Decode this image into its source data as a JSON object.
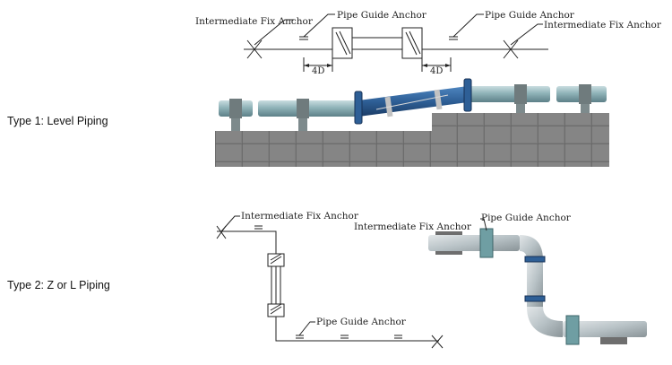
{
  "type1": {
    "label": "Type 1: Level Piping",
    "annotations": {
      "fix_anchor_left": "Intermediate Fix Anchor",
      "guide_anchor_left": "Pipe Guide Anchor",
      "guide_anchor_right": "Pipe Guide Anchor",
      "fix_anchor_right": "Intermediate Fix Anchor",
      "dim_left": "4D",
      "dim_right": "4D"
    }
  },
  "type2": {
    "label": "Type 2: Z or L Piping",
    "annotations": {
      "fix_anchor_schematic": "Intermediate Fix Anchor",
      "guide_anchor_schematic": "Pipe Guide Anchor",
      "fix_anchor_render": "Intermediate Fix Anchor",
      "guide_anchor_render": "Pipe Guide Anchor"
    }
  },
  "colors": {
    "pipe": "#8fb3b8",
    "coupling": "#2e5f96",
    "wall": "#7c7c7c"
  }
}
